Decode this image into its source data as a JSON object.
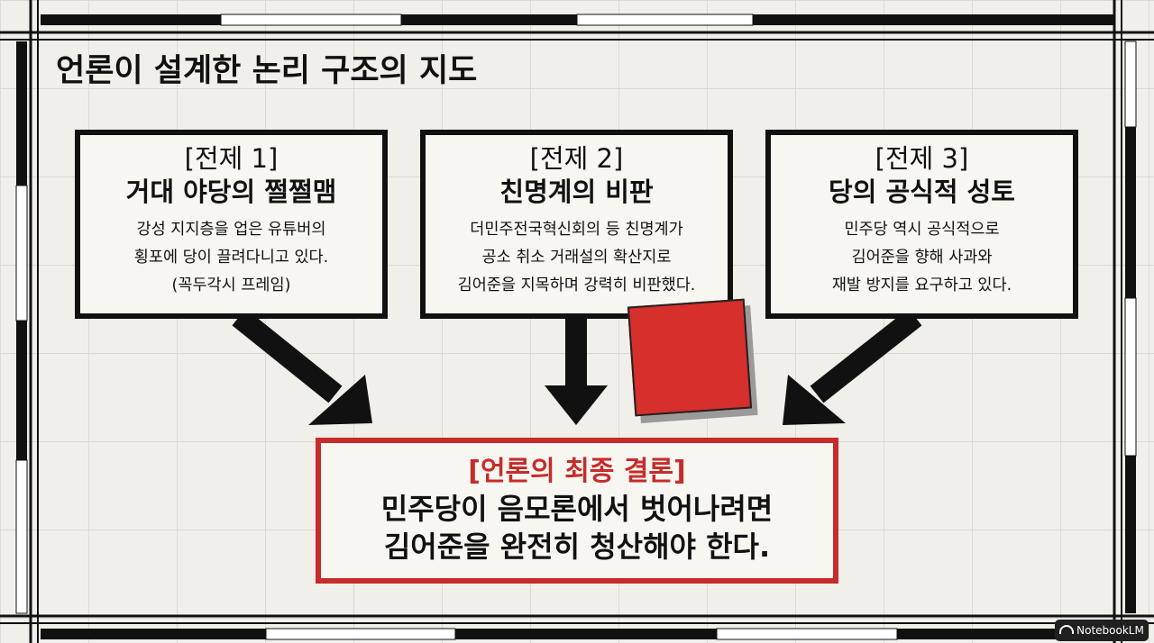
{
  "page_title": "언론이 설계한 논리 구조의 지도",
  "premises": [
    {
      "label": "[전제 1]",
      "heading": "거대 야당의 쩔쩔맴",
      "body": "강성 지지층을 업은 유튜버의\n횡포에 당이 끌려다니고 있다.\n(꼭두각시 프레임)"
    },
    {
      "label": "[전제 2]",
      "heading": "친명계의 비판",
      "body": "더민주전국혁신회의 등 친명계가\n공소 취소 거래설의 확산지로\n김어준을 지목하며 강력히 비판했다."
    },
    {
      "label": "[전제 3]",
      "heading": "당의 공식적 성토",
      "body": "민주당 역시 공식적으로\n김어준을 향해 사과와\n재발 방지를 요구하고 있다."
    }
  ],
  "conclusion": {
    "label": "[언론의 최종 결론]",
    "text": "민주당이 음모론에서 벗어나려면\n김어준을 완전히 청산해야 한다."
  },
  "badge": {
    "text": "NotebookLM",
    "icon": "notebooklm-icon"
  },
  "colors": {
    "accent_red": "#c62c2a",
    "sticky_red": "#d62f2c",
    "ink": "#111111",
    "paper": "#f1efe9"
  }
}
